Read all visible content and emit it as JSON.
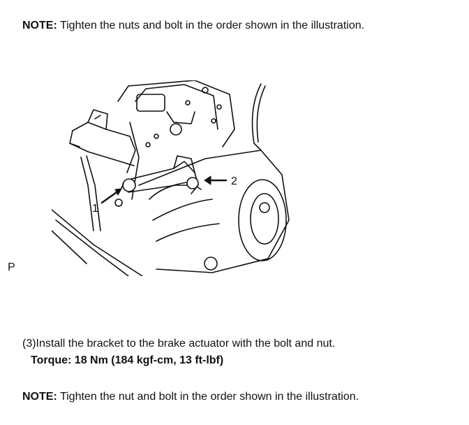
{
  "note1": {
    "label": "NOTE:",
    "text": " Tighten the nuts and bolt in the order shown in the illustration."
  },
  "figure": {
    "callout_1": "1",
    "callout_2": "2"
  },
  "page_marker": "P",
  "step": {
    "text": "(3)Install the bracket to the brake actuator with the bolt and nut."
  },
  "torque": {
    "text": "Torque: 18 Nm (184 kgf-cm, 13 ft-lbf)"
  },
  "note2": {
    "label": "NOTE:",
    "text": " Tighten the nut and bolt in the order shown in the illustration."
  }
}
